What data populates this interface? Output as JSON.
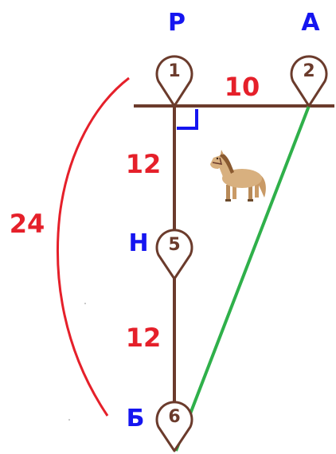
{
  "diagram": {
    "points": [
      {
        "id": "P",
        "letter": "Р",
        "pin": "1"
      },
      {
        "id": "A",
        "letter": "А",
        "pin": "2"
      },
      {
        "id": "N",
        "letter": "Н",
        "pin": "5"
      },
      {
        "id": "B",
        "letter": "Б",
        "pin": "6"
      }
    ],
    "measurements": {
      "ra": "10",
      "rn": "12",
      "nb": "12",
      "rb_total": "24"
    },
    "colors": {
      "point_letter": "#1515f0",
      "measurement": "#e5202a",
      "main_line": "#6b3b2c",
      "pin_outline": "#6b3b2c",
      "pin_number": "#6b3b2c",
      "hypotenuse": "#2fb04a",
      "right_angle": "#1515f0",
      "brace": "#e5202a",
      "horse_body": "#d8b07f"
    },
    "icons": [
      "location-pin-icon",
      "horse-icon",
      "right-angle-marker"
    ]
  }
}
